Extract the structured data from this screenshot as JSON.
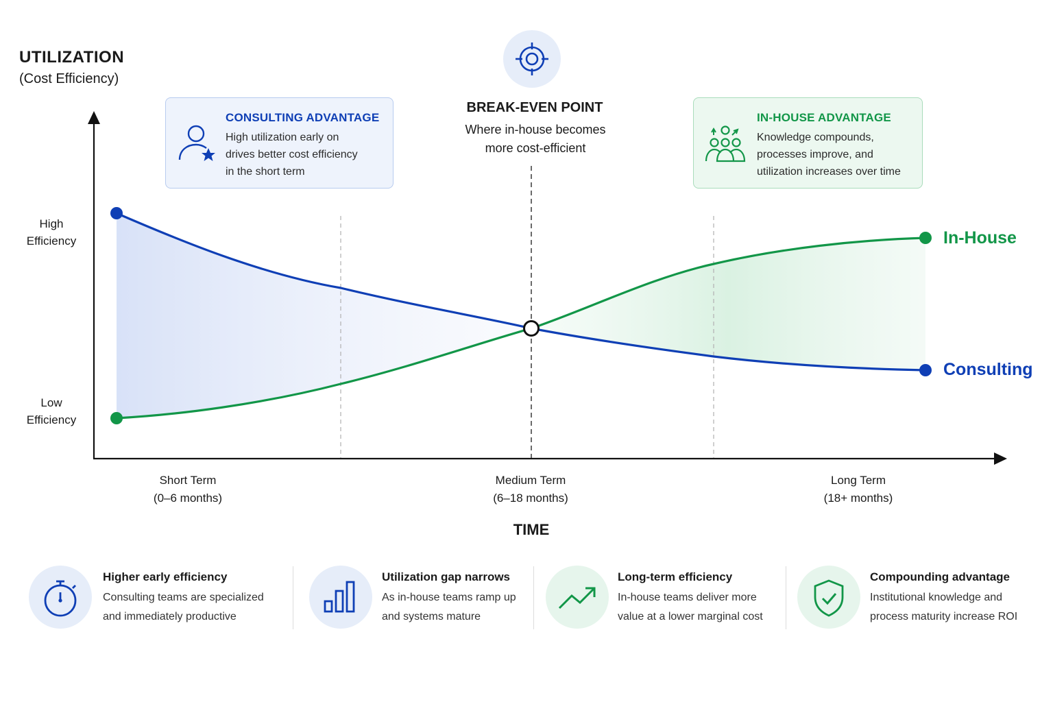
{
  "y_axis": {
    "title": "UTILIZATION",
    "subtitle": "(Cost Efficiency)",
    "high_label": [
      "High",
      "Efficiency"
    ],
    "low_label": [
      "Low",
      "Efficiency"
    ]
  },
  "x_axis": {
    "title": "TIME",
    "stages": [
      {
        "name": "Short Term",
        "range": "(0–6 months)"
      },
      {
        "name": "Medium Term",
        "range": "(6–18 months)"
      },
      {
        "name": "Long Term",
        "range": "(18+ months)"
      }
    ]
  },
  "callouts": {
    "consulting": {
      "title": "CONSULTING ADVANTAGE",
      "lines": [
        "High utilization early on",
        "drives better cost efficiency",
        "in the short term"
      ]
    },
    "break_even": {
      "title": "BREAK-EVEN POINT",
      "lines": [
        "Where in-house becomes",
        "more cost-efficient"
      ]
    },
    "inhouse": {
      "title": "IN-HOUSE ADVANTAGE",
      "lines": [
        "Knowledge compounds,",
        "processes improve, and",
        "utilization increases over time"
      ]
    }
  },
  "series_labels": {
    "inhouse": "In-House",
    "consulting": "Consulting"
  },
  "features": [
    {
      "title": "Higher early efficiency",
      "lines": [
        "Consulting teams are specialized",
        "and immediately productive"
      ],
      "icon": "stopwatch-icon"
    },
    {
      "title": "Utilization gap narrows",
      "lines": [
        "As in-house teams ramp up",
        "and systems mature"
      ],
      "icon": "bar-chart-icon"
    },
    {
      "title": "Long-term efficiency",
      "lines": [
        "In-house teams deliver more",
        "value at a lower marginal cost"
      ],
      "icon": "trend-up-icon"
    },
    {
      "title": "Compounding advantage",
      "lines": [
        "Institutional knowledge and",
        "process maturity increase ROI"
      ],
      "icon": "shield-check-icon"
    }
  ],
  "colors": {
    "blue": "#0f3fb5",
    "green": "#129648",
    "text": "#1a1a1a"
  }
}
